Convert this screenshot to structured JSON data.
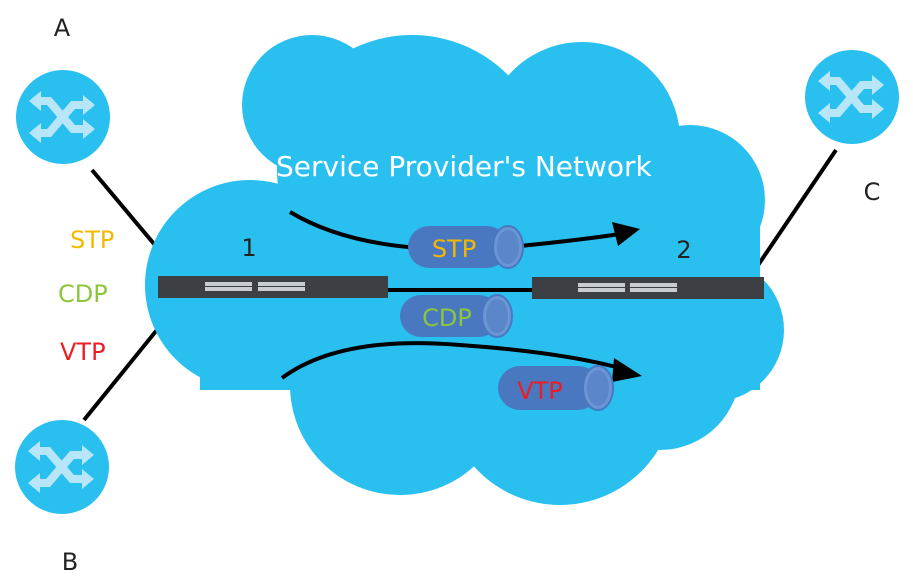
{
  "cloud": {
    "title": "Service Provider's Network",
    "color": "#29c0f0"
  },
  "routers": {
    "a": {
      "label": "A",
      "icon": "router-icon"
    },
    "b": {
      "label": "B",
      "icon": "router-icon"
    },
    "c": {
      "label": "C",
      "icon": "router-icon"
    }
  },
  "switches": {
    "s1": {
      "label": "1",
      "icon": "switch-icon"
    },
    "s2": {
      "label": "2",
      "icon": "switch-icon"
    }
  },
  "protocols": {
    "stp": {
      "label": "STP",
      "color": "#f5b800"
    },
    "cdp": {
      "label": "CDP",
      "color": "#8cc63f"
    },
    "vtp": {
      "label": "VTP",
      "color": "#ee1c25"
    }
  },
  "colors": {
    "router": "#29c0f0",
    "router_arrows": "#b7e6f8",
    "tunnel": "#4a78c0",
    "tunnel_end": "#6a96d6",
    "switch": "#3c3f43"
  }
}
